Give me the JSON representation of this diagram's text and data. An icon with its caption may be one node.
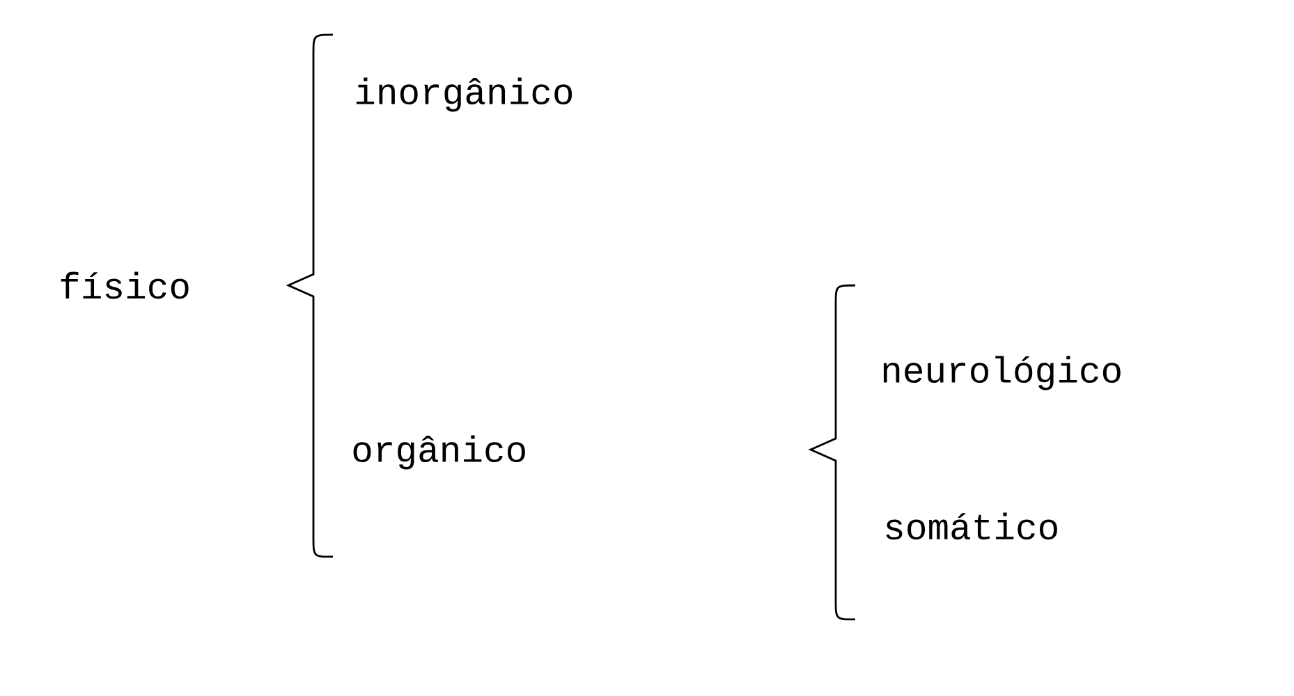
{
  "diagram": {
    "labels": [
      "físico",
      "inorgânico",
      "orgânico",
      "neurológico",
      "somático"
    ]
  }
}
